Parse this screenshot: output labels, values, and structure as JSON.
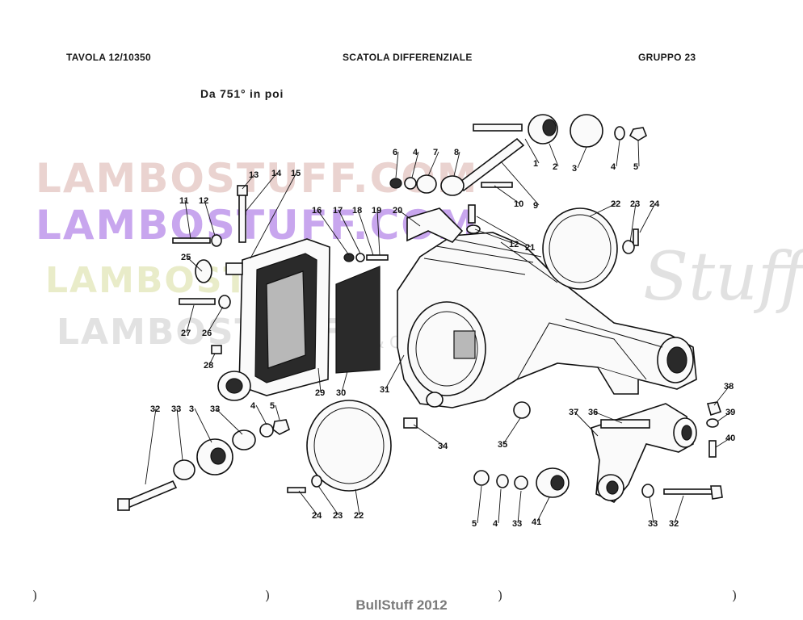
{
  "header": {
    "left": "TAVOLA 12/10350",
    "center": "SCATOLA DIFFERENZIALE",
    "right": "GRUPPO 23"
  },
  "subtitle": "Da 751° in poi",
  "watermarks": {
    "w1": "LAMBOSTUFF.COM",
    "w2": "LAMBOSTUFF.COM",
    "w3": "LAMBOSTUFF",
    "w4": "LAMBOSTUFF",
    "script": "Stuff",
    "corp": "& Co."
  },
  "footer": "BullStuff 2012",
  "binding_marks": [
    ")",
    ")",
    ")",
    ")"
  ],
  "callouts": [
    "1",
    "2",
    "3",
    "4",
    "5",
    "6",
    "4",
    "7",
    "8",
    "9",
    "10",
    "11",
    "12",
    "13",
    "14",
    "15",
    "16",
    "17",
    "18",
    "19",
    "20",
    "12",
    "21",
    "22",
    "23",
    "24",
    "25",
    "27",
    "26",
    "28",
    "29",
    "30",
    "31",
    "32",
    "33",
    "3",
    "33",
    "4",
    "5",
    "22",
    "23",
    "24",
    "34",
    "35",
    "5",
    "4",
    "33",
    "41",
    "37",
    "36",
    "38",
    "39",
    "40",
    "33",
    "32"
  ],
  "colors": {
    "ink": "#111111",
    "watermark_red": "#ead3d0",
    "watermark_purple": "#c8a6ee",
    "footer_gray": "#7a7a7a"
  }
}
